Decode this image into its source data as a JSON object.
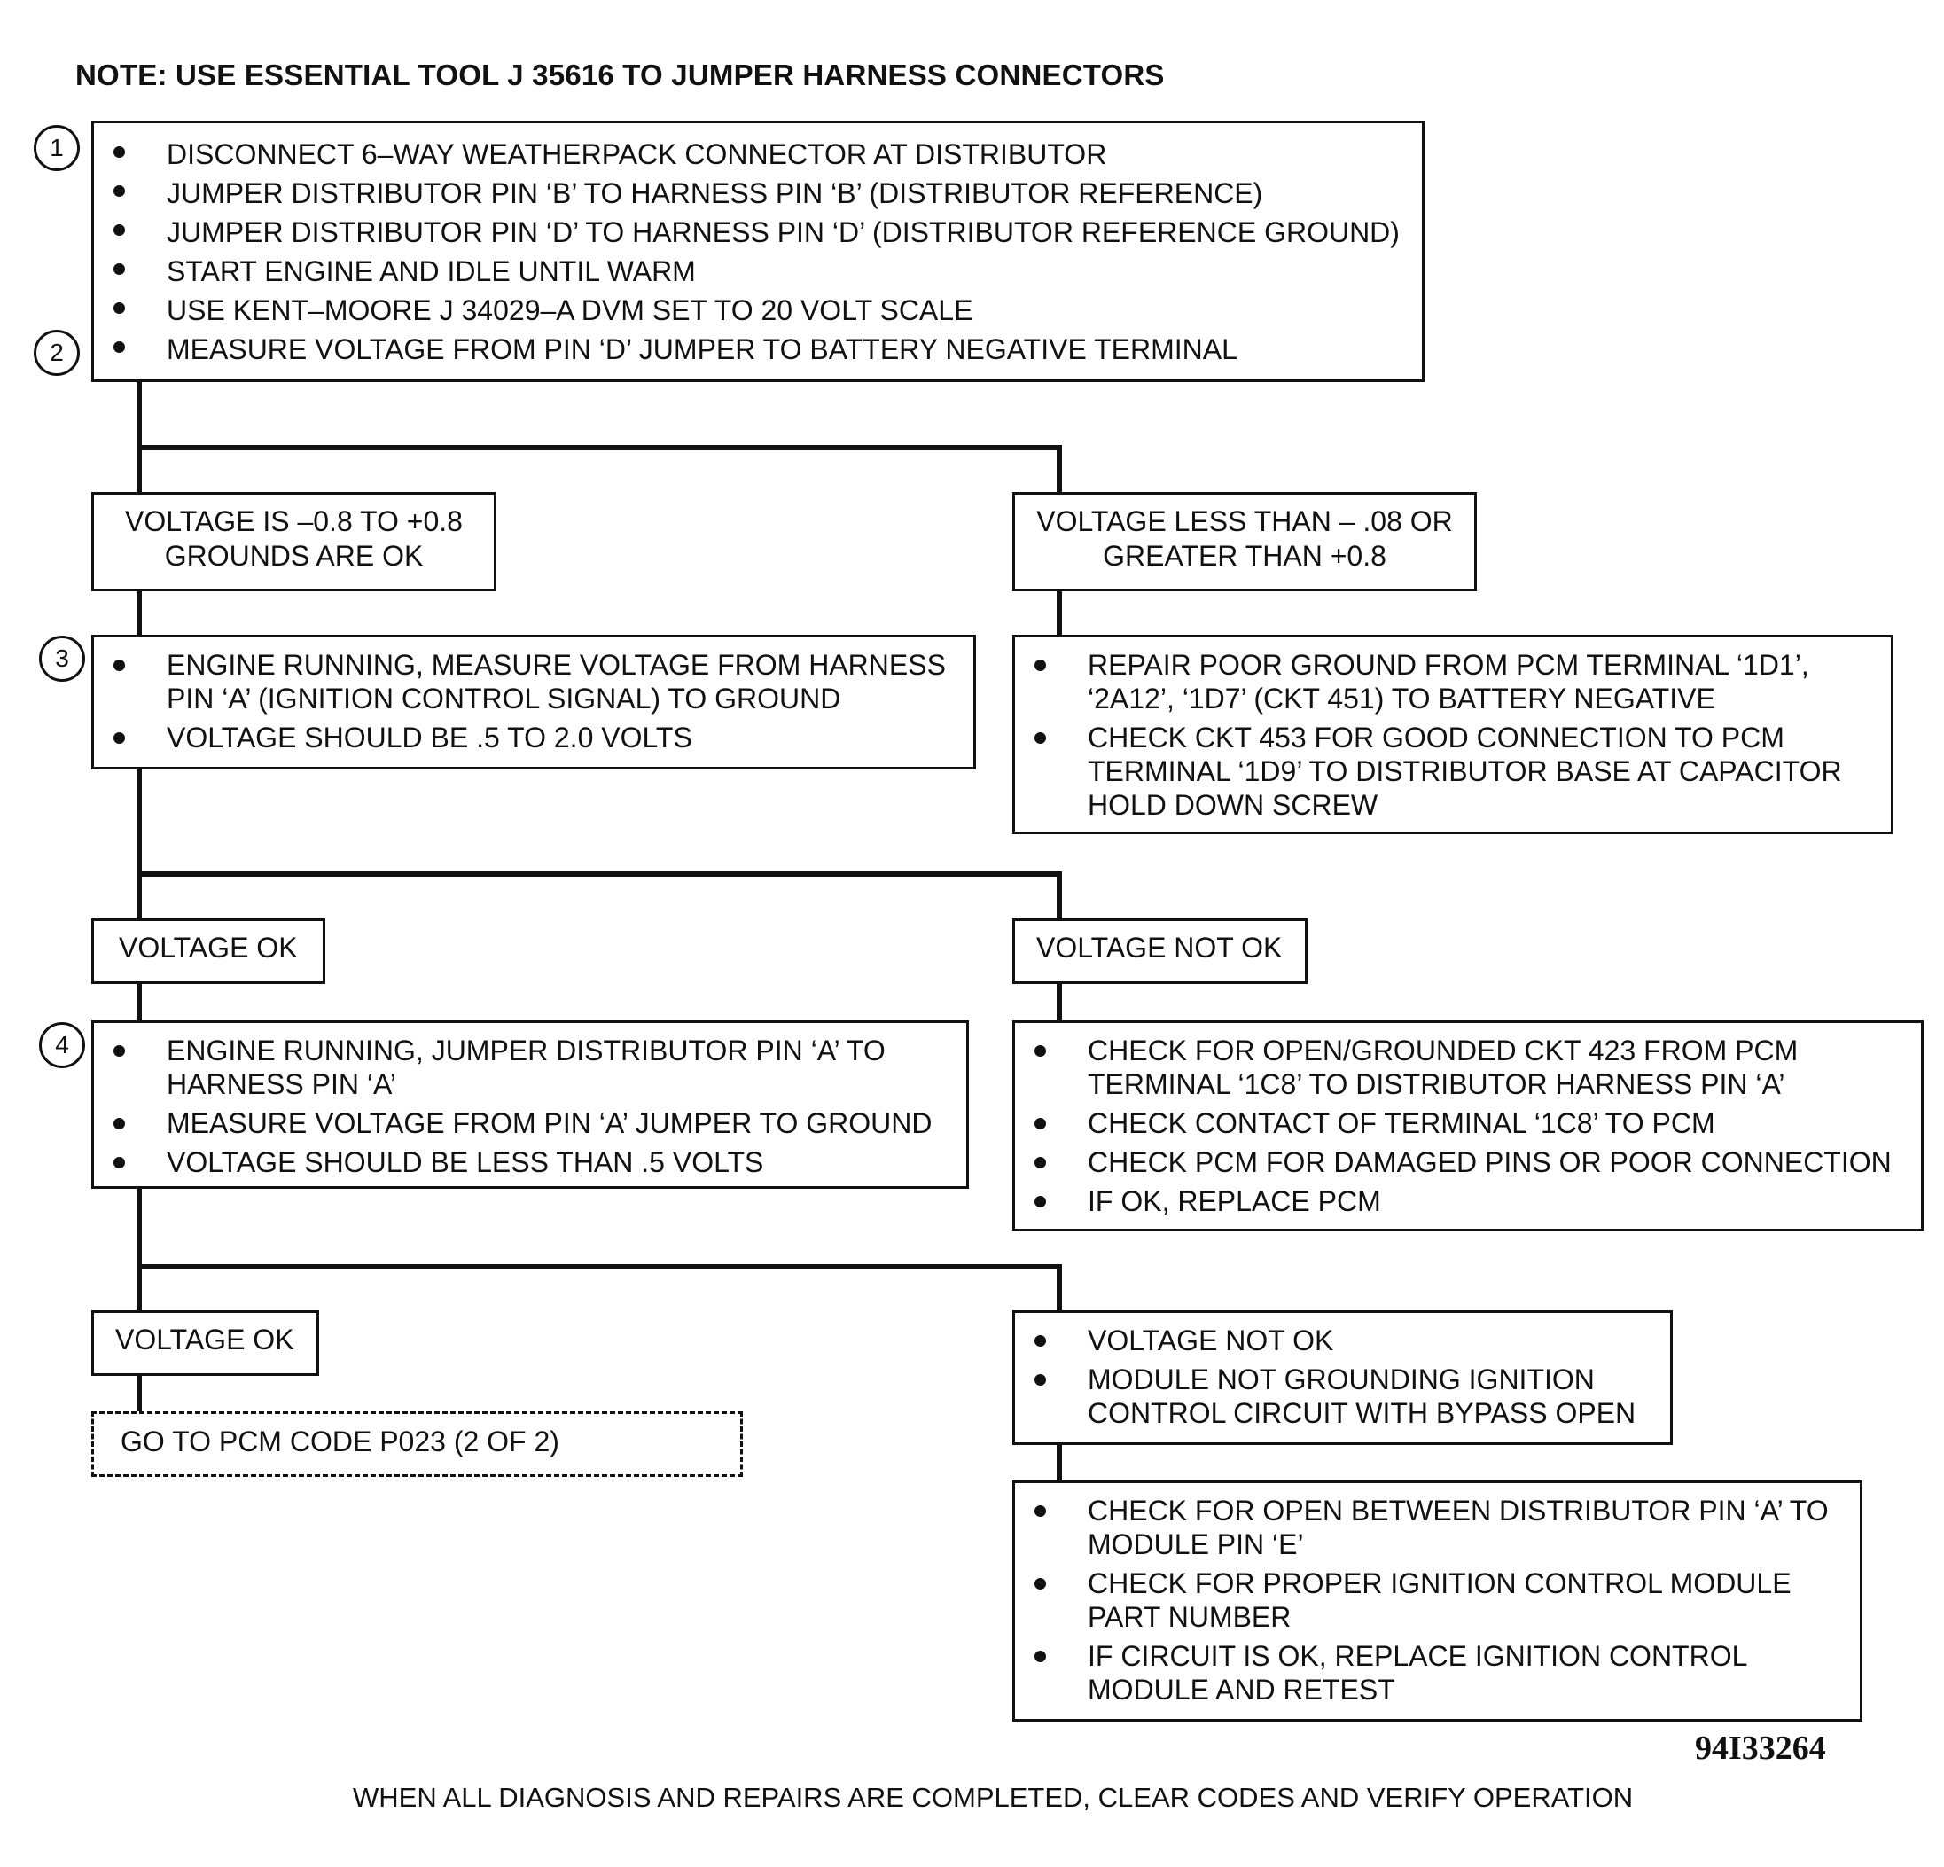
{
  "note": "NOTE:  USE ESSENTIAL TOOL J  35616 TO JUMPER HARNESS CONNECTORS",
  "step_markers": [
    "1",
    "2",
    "3",
    "4"
  ],
  "step1": {
    "items": [
      "DISCONNECT 6–WAY WEATHERPACK CONNECTOR AT DISTRIBUTOR",
      "JUMPER DISTRIBUTOR PIN ‘B’ TO HARNESS PIN ‘B’ (DISTRIBUTOR REFERENCE)",
      "JUMPER DISTRIBUTOR PIN ‘D’ TO HARNESS PIN ‘D’ (DISTRIBUTOR REFERENCE GROUND)",
      "START ENGINE AND IDLE UNTIL WARM",
      "USE KENT–MOORE J  34029–A DVM SET TO 20 VOLT SCALE",
      "MEASURE VOLTAGE FROM PIN ‘D’ JUMPER TO BATTERY NEGATIVE TERMINAL"
    ]
  },
  "result1_ok": {
    "line1": "VOLTAGE IS –0.8 TO +0.8",
    "line2": "GROUNDS ARE OK"
  },
  "result1_bad": {
    "line1": "VOLTAGE LESS THAN – .08 OR",
    "line2": "GREATER THAN +0.8"
  },
  "step3": {
    "items": [
      "ENGINE RUNNING, MEASURE VOLTAGE FROM HARNESS PIN ‘A’ (IGNITION CONTROL SIGNAL) TO GROUND",
      "VOLTAGE SHOULD BE .5 TO 2.0 VOLTS"
    ]
  },
  "repair1": {
    "items": [
      "REPAIR POOR GROUND FROM PCM TERMINAL ‘1D1’, ‘2A12’, ‘1D7’ (CKT 451) TO BATTERY NEGATIVE",
      "CHECK CKT 453 FOR GOOD CONNECTION TO PCM TERMINAL ‘1D9’ TO DISTRIBUTOR BASE AT CAPACITOR HOLD DOWN SCREW"
    ]
  },
  "result3_ok": "VOLTAGE OK",
  "result3_bad": "VOLTAGE NOT OK",
  "step4": {
    "items": [
      "ENGINE RUNNING, JUMPER DISTRIBUTOR PIN ‘A’ TO HARNESS PIN ‘A’",
      "MEASURE VOLTAGE FROM PIN ‘A’ JUMPER TO GROUND",
      "VOLTAGE SHOULD BE LESS THAN .5 VOLTS"
    ]
  },
  "repair2": {
    "items": [
      "CHECK FOR OPEN/GROUNDED CKT 423 FROM PCM TERMINAL ‘1C8’ TO DISTRIBUTOR HARNESS PIN ‘A’",
      "CHECK CONTACT OF TERMINAL ‘1C8’ TO PCM",
      "CHECK PCM FOR DAMAGED PINS OR POOR CONNECTION",
      "IF OK,  REPLACE PCM"
    ]
  },
  "result4_ok": "VOLTAGE OK",
  "goto": "GO TO PCM CODE P023 (2 OF 2)",
  "result4_bad": {
    "items": [
      "VOLTAGE NOT OK",
      "MODULE NOT GROUNDING IGNITION CONTROL CIRCUIT WITH BYPASS OPEN"
    ]
  },
  "repair3": {
    "items": [
      "CHECK FOR OPEN BETWEEN DISTRIBUTOR PIN ‘A’ TO MODULE PIN ‘E’",
      "CHECK FOR PROPER IGNITION CONTROL MODULE PART NUMBER",
      "IF CIRCUIT IS OK, REPLACE IGNITION CONTROL MODULE AND RETEST"
    ]
  },
  "figure_number": "94I33264",
  "footer": "WHEN ALL DIAGNOSIS AND REPAIRS ARE COMPLETED, CLEAR CODES AND VERIFY OPERATION"
}
